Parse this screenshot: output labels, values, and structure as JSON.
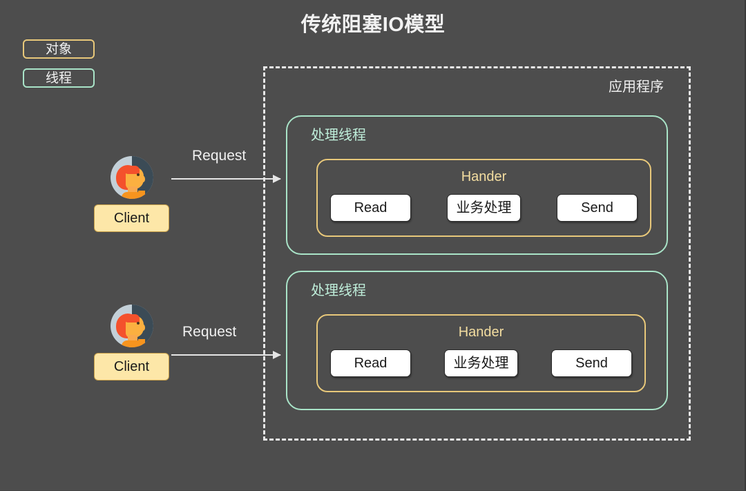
{
  "title": "传统阻塞IO模型",
  "legend": [
    {
      "label": "对象",
      "color": "#e8c87a",
      "name": "object"
    },
    {
      "label": "线程",
      "color": "#a9e4c8",
      "name": "thread"
    }
  ],
  "application": {
    "label": "应用程序",
    "border_style": "dashed",
    "border_color": "#e8e8e8"
  },
  "clients": [
    {
      "label": "Client",
      "request_label": "Request",
      "avatar": "user-avatar-icon"
    },
    {
      "label": "Client",
      "request_label": "Request",
      "avatar": "user-avatar-icon"
    }
  ],
  "threads": [
    {
      "label": "处理线程",
      "handler": {
        "label": "Hander",
        "steps": [
          "Read",
          "业务处理",
          "Send"
        ]
      }
    },
    {
      "label": "处理线程",
      "handler": {
        "label": "Hander",
        "steps": [
          "Read",
          "业务处理",
          "Send"
        ]
      }
    }
  ],
  "colors": {
    "background": "#4d4d4d",
    "object_accent": "#e8c87a",
    "thread_accent": "#a9e4c8",
    "text": "#f2f2f2",
    "client_fill": "#fde7a8",
    "step_fill": "#ffffff"
  }
}
